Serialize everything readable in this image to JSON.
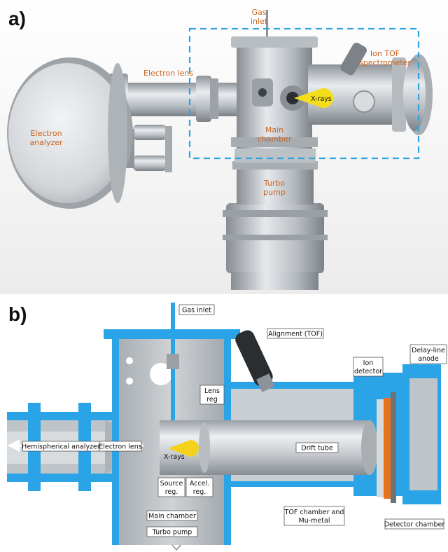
{
  "panel_a": {
    "letter": "a)",
    "labels": {
      "gas_inlet": [
        "Gas",
        "inlet"
      ],
      "ion_tof": [
        "Ion TOF",
        "spectrometer"
      ],
      "electron_lens": "Electron lens",
      "electron_analyzer": [
        "Electron",
        "analyzer"
      ],
      "xrays": "X-rays",
      "main_chamber": [
        "Main",
        "chamber"
      ],
      "turbo_pump": [
        "Turbo",
        "pump"
      ]
    },
    "colors": {
      "label": "#c8621e",
      "dashed_box": "#2fa3e0",
      "xray": "#f4de1c"
    }
  },
  "panel_b": {
    "letter": "b)",
    "labels": {
      "gas_inlet": "Gas inlet",
      "alignment": "Alignment (TOF)",
      "delay_line": [
        "Delay-line",
        "anode"
      ],
      "ion_detector": [
        "Ion",
        "detector"
      ],
      "lens_reg": [
        "Lens",
        "reg"
      ],
      "hemispherical": "Hemispherical analyzer",
      "electron_lens": "Electron lens",
      "xrays": "X-rays",
      "drift_tube": "Drift tube",
      "source_reg": [
        "Source",
        "reg."
      ],
      "accel_reg": [
        "Accel.",
        "reg."
      ],
      "main_chamber": "Main chamber",
      "turbo_pump": "Turbo pump",
      "tof_chamber": [
        "TOF chamber and",
        "Mu-metal"
      ],
      "detector_chamber": "Detector chamber"
    },
    "colors": {
      "blue": "#2aa4e6",
      "steel": "#c4c9ce",
      "anode": "#e8731e",
      "xray": "#f4d21c"
    }
  }
}
